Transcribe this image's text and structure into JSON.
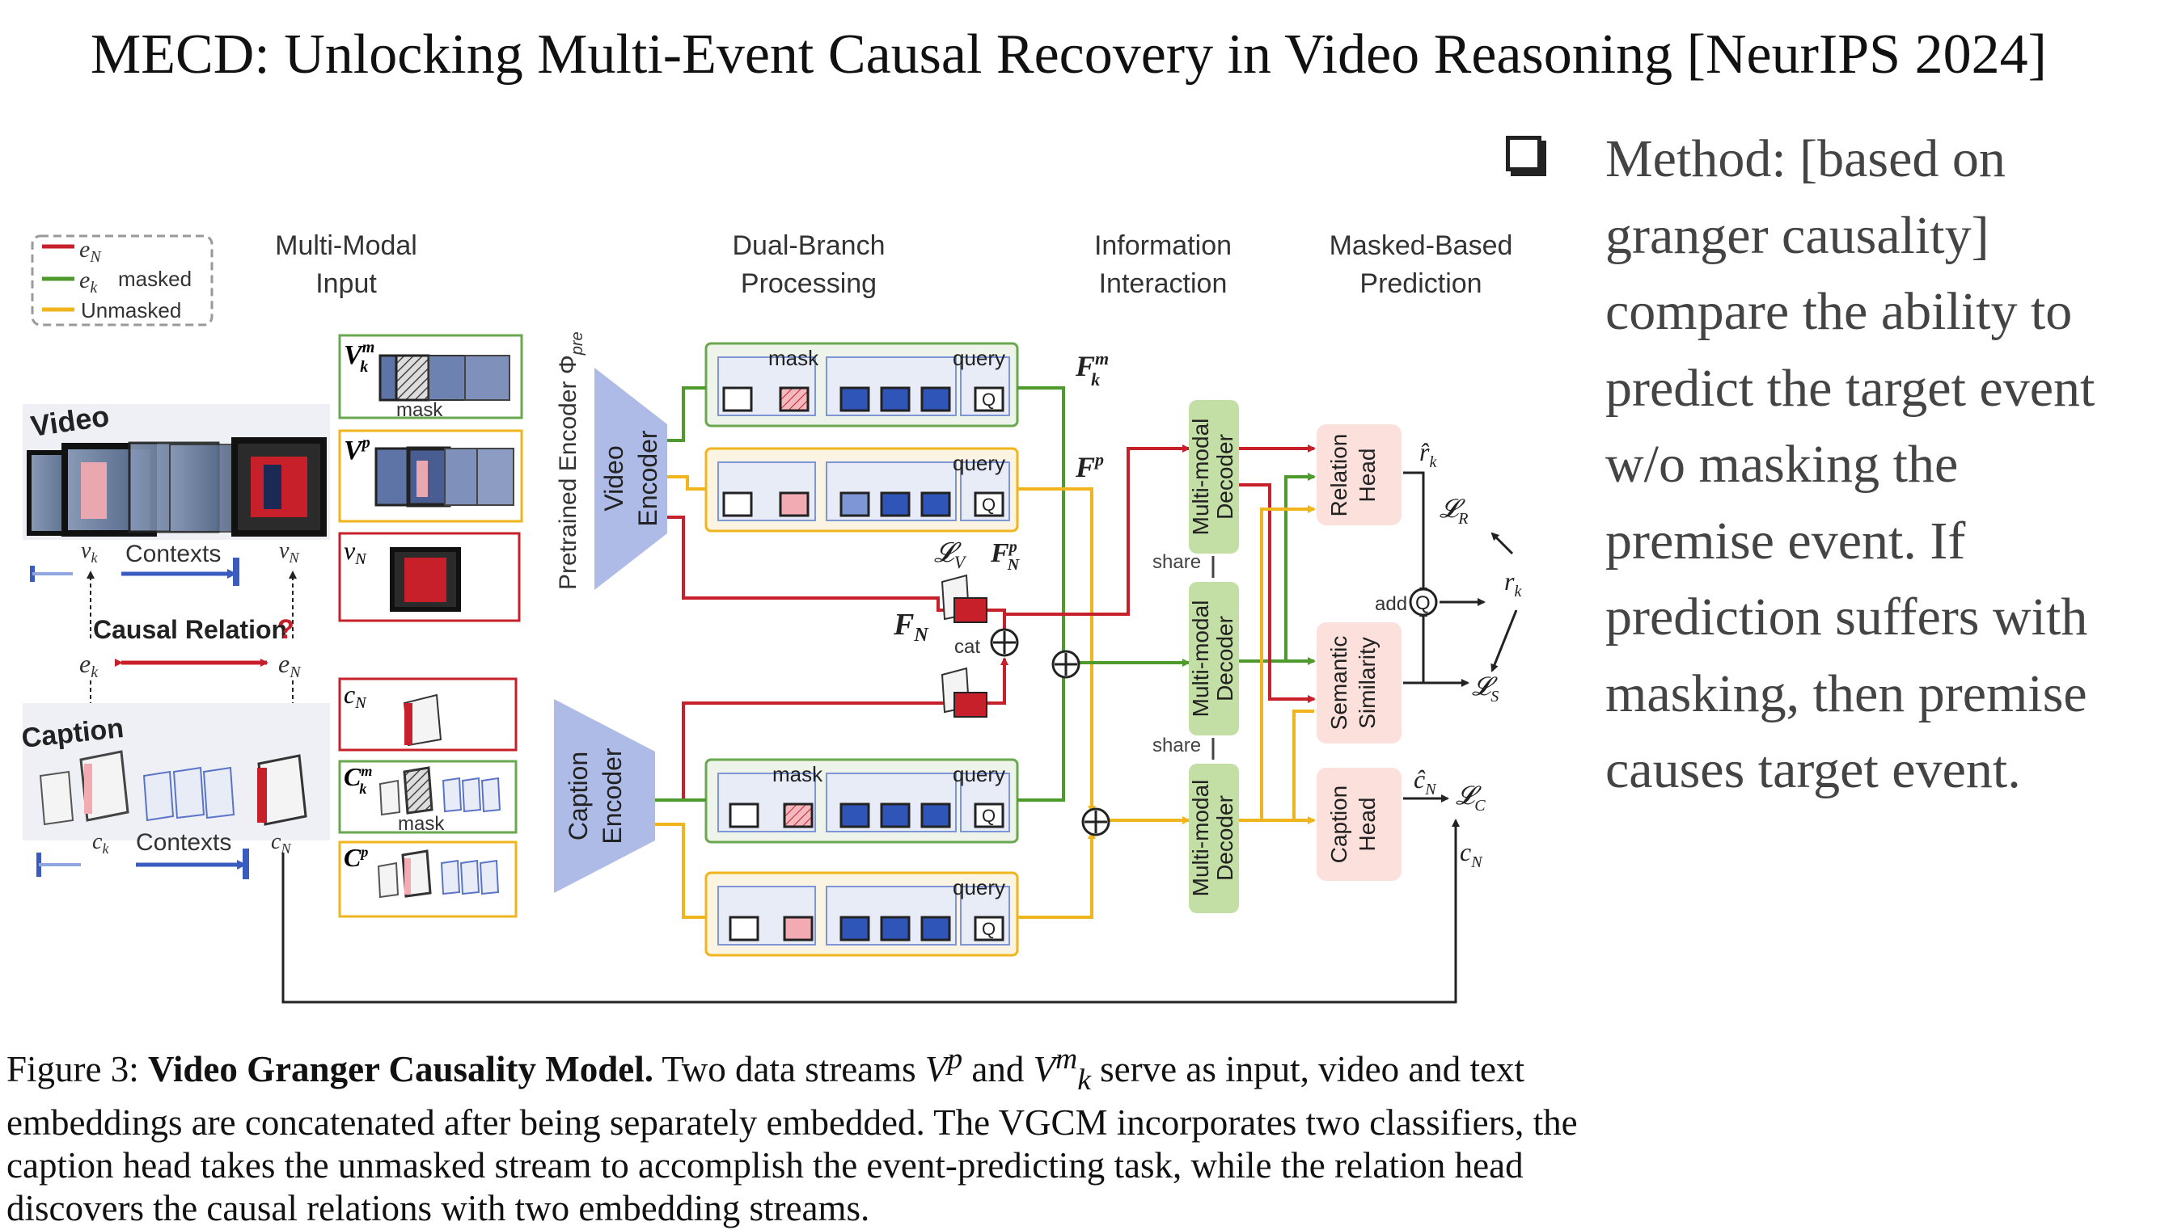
{
  "title": "MECD: Unlocking Multi-Event Causal Recovery in Video Reasoning [NeurIPS 2024]",
  "method": {
    "bullet_icon": "checkbox-square-icon",
    "text": "Method: [based on granger causality] compare the ability to predict the target event w/o masking the premise event. If prediction suffers with masking, then premise causes target event."
  },
  "diagram": {
    "legend": {
      "masked": "masked",
      "unmasked": "Unmasked",
      "e_n": "e",
      "e_n_sub": "N",
      "e_k": "e",
      "e_k_sub": "k"
    },
    "headers": {
      "input_1": "Multi-Modal",
      "input_2": "Input",
      "dual_1": "Dual-Branch",
      "dual_2": "Processing",
      "info_1": "Information",
      "info_2": "Interaction",
      "pred_1": "Masked-Based",
      "pred_2": "Prediction"
    },
    "left": {
      "video": "Video",
      "caption": "Caption",
      "contexts": "Contexts",
      "causal_relation": "Causal Relation",
      "question_mark": "?"
    },
    "labels": {
      "mask": "mask",
      "query": "query",
      "share": "share",
      "cat": "cat",
      "add": "add",
      "q": "Q"
    },
    "encoders": {
      "pretrained": "Pretrained Encoder Φ",
      "pretrained_sub": "pre",
      "video_1": "Video",
      "video_2": "Encoder",
      "caption_1": "Caption",
      "caption_2": "Encoder"
    },
    "decoder": {
      "line1": "Multi-modal",
      "line2": "Decoder"
    },
    "heads": {
      "relation_1": "Relation",
      "relation_2": "Head",
      "semantic_1": "Semantic",
      "semantic_2": "Similarity",
      "caption_1": "Caption",
      "caption_2": "Head"
    },
    "colors": {
      "red": "#c8202a",
      "green": "#4e9a2d",
      "yellow": "#f0b41c",
      "encoder": "#aebbe6",
      "decoder": "#c4dfa5",
      "head": "#fbe0dc",
      "token_blue": "#2f55b8",
      "token_pink": "#f2aab3"
    }
  },
  "caption": {
    "prefix": "Figure 3: ",
    "bold": "Video Granger Causality Model.",
    "part1": " Two data streams ",
    "sym1": "V",
    "sym1_sup": "p",
    "part2": " and ",
    "sym2": "V",
    "sym2_sup": "m",
    "sym2_sub": "k",
    "part3": " serve as input, video and text embeddings are concatenated after being separately embedded. The VGCM incorporates two classifiers, the caption head takes the unmasked stream to accomplish the event-predicting task, while the relation head discovers the causal relations with two embedding streams."
  }
}
